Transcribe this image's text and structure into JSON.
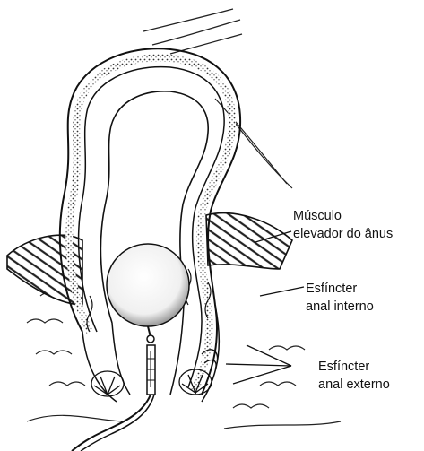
{
  "labels": {
    "levator_line1": "Músculo",
    "levator_line2": "elevador do ânus",
    "internal_line1": "Esfíncter",
    "internal_line2": "anal interno",
    "external_line1": "Esfíncter",
    "external_line2": "anal externo"
  },
  "colors": {
    "ink": "#111111",
    "background": "#ffffff",
    "balloon_fill": "#f4f4f4"
  }
}
